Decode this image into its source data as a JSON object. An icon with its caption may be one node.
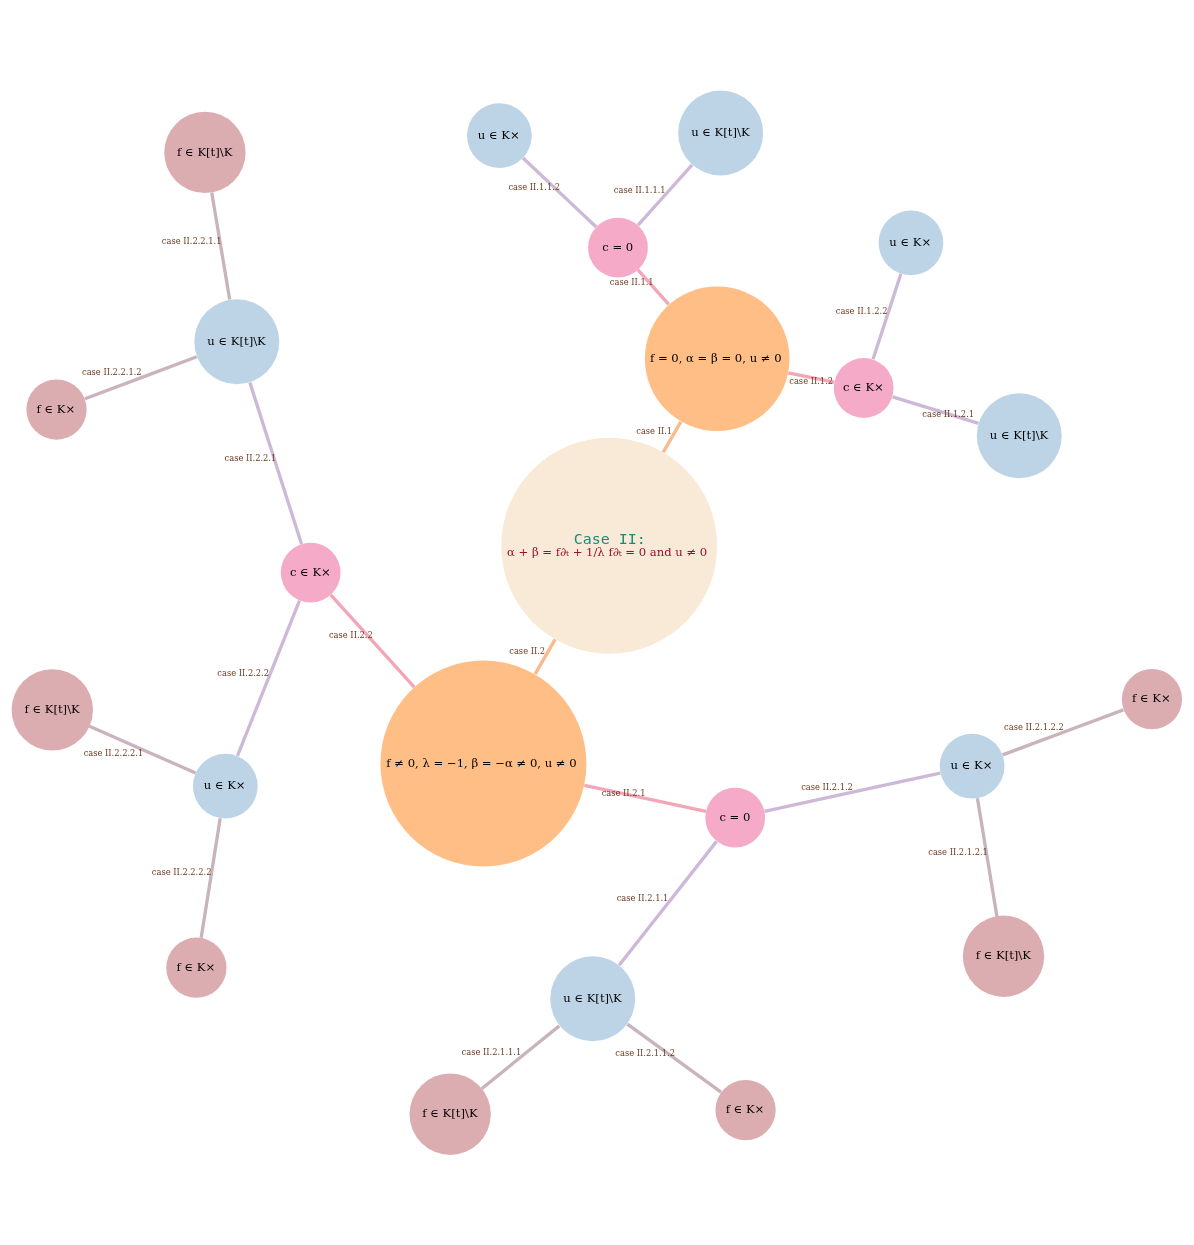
{
  "diagram": {
    "nodes": [
      {
        "text": [
          "Case II:",
          "α + β = f∂ₜ + 1/λ f∂ₜ = 0 and u ≠ 0"
        ]
      },
      {
        "text": [
          "f = 0, α = β = 0, u ≠ 0"
        ]
      },
      {
        "text": [
          "c ∈ K×"
        ]
      },
      {
        "text": [
          "c = 0"
        ]
      },
      {
        "text": [
          "u ∈ K[t]\\K"
        ]
      },
      {
        "text": [
          "u ∈ K×"
        ]
      },
      {
        "text": [
          "u ∈ K[t]\\K"
        ]
      },
      {
        "text": [
          "u ∈ K×"
        ]
      },
      {
        "text": [
          "f ≠ 0, λ = −1, β = −α ≠ 0, u ≠ 0"
        ]
      },
      {
        "text": [
          "c ∈ K×"
        ]
      },
      {
        "text": [
          "c = 0"
        ]
      },
      {
        "text": [
          "u ∈ K[t]\\K"
        ]
      },
      {
        "text": [
          "u ∈ K×"
        ]
      },
      {
        "text": [
          "f ∈ K[t]\\K"
        ]
      },
      {
        "text": [
          "f ∈ K×"
        ]
      },
      {
        "text": [
          "f ∈ K[t]\\K"
        ]
      },
      {
        "text": [
          "f ∈ K×"
        ]
      },
      {
        "text": [
          "u ∈ K[t]\\K"
        ]
      },
      {
        "text": [
          "u ∈ K×"
        ]
      },
      {
        "text": [
          "f ∈ K[t]\\K"
        ]
      },
      {
        "text": [
          "f ∈ K×"
        ]
      },
      {
        "text": [
          "f ∈ K[t]\\K"
        ]
      },
      {
        "text": [
          "f ∈ K×"
        ]
      }
    ],
    "edges": [
      {
        "from": 0,
        "to": 1,
        "arrow": "none",
        "label": "case II.1"
      },
      {
        "from": 1,
        "to": 2,
        "arrow": "none",
        "label": "case II.1.2"
      },
      {
        "from": 1,
        "to": 3,
        "arrow": "none",
        "label": "case II.1.1"
      },
      {
        "from": 2,
        "to": 4,
        "arrow": "none",
        "label": "case II.1.2.1"
      },
      {
        "from": 2,
        "to": 5,
        "arrow": "none",
        "label": "case II.1.2.2"
      },
      {
        "from": 3,
        "to": 6,
        "arrow": "none",
        "label": "case II.1.1.1"
      },
      {
        "from": 3,
        "to": 7,
        "arrow": "none",
        "label": "case II.1.1.2"
      },
      {
        "from": 0,
        "to": 8,
        "arrow": "none",
        "label": "case II.2"
      },
      {
        "from": 8,
        "to": 9,
        "arrow": "none",
        "label": "case II.2.2"
      },
      {
        "from": 8,
        "to": 10,
        "arrow": "none",
        "label": "case II.2.1"
      },
      {
        "from": 9,
        "to": 11,
        "arrow": "none",
        "label": "case II.2.2.1"
      },
      {
        "from": 9,
        "to": 12,
        "arrow": "none",
        "label": "case II.2.2.2"
      },
      {
        "from": 11,
        "to": 13,
        "arrow": "none",
        "label": "case II.2.2.1.1"
      },
      {
        "from": 11,
        "to": 14,
        "arrow": "none",
        "label": "case II.2.2.1.2"
      },
      {
        "from": 12,
        "to": 15,
        "arrow": "none",
        "label": "case II.2.2.2.1"
      },
      {
        "from": 12,
        "to": 16,
        "arrow": "none",
        "label": "case II.2.2.2.2"
      },
      {
        "from": 10,
        "to": 17,
        "arrow": "none",
        "label": "case II.2.1.1"
      },
      {
        "from": 10,
        "to": 18,
        "arrow": "none",
        "label": "case II.2.1.2"
      },
      {
        "from": 17,
        "to": 19,
        "arrow": "none",
        "label": "case II.2.1.1.1"
      },
      {
        "from": 17,
        "to": 20,
        "arrow": "none",
        "label": "case II.2.1.1.2"
      },
      {
        "from": 18,
        "to": 21,
        "arrow": "none",
        "label": "case II.2.1.2.1"
      },
      {
        "from": 18,
        "to": 22,
        "arrow": "none",
        "label": "case II.2.1.2.2"
      }
    ]
  }
}
